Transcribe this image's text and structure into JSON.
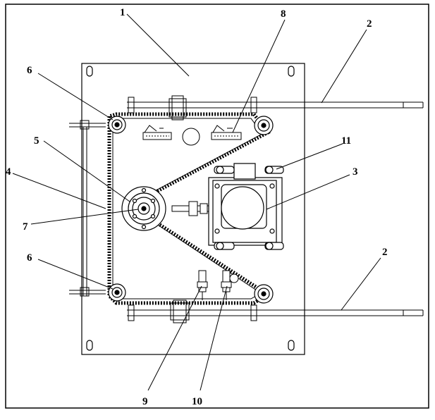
{
  "diagram": {
    "callouts": [
      {
        "id": "c1",
        "label": "1"
      },
      {
        "id": "c2a",
        "label": "2"
      },
      {
        "id": "c2b",
        "label": "2"
      },
      {
        "id": "c3",
        "label": "3"
      },
      {
        "id": "c4",
        "label": "4"
      },
      {
        "id": "c5",
        "label": "5"
      },
      {
        "id": "c6a",
        "label": "6"
      },
      {
        "id": "c6b",
        "label": "6"
      },
      {
        "id": "c7",
        "label": "7"
      },
      {
        "id": "c8",
        "label": "8"
      },
      {
        "id": "c9",
        "label": "9"
      },
      {
        "id": "c10",
        "label": "10"
      },
      {
        "id": "c11",
        "label": "11"
      }
    ]
  }
}
